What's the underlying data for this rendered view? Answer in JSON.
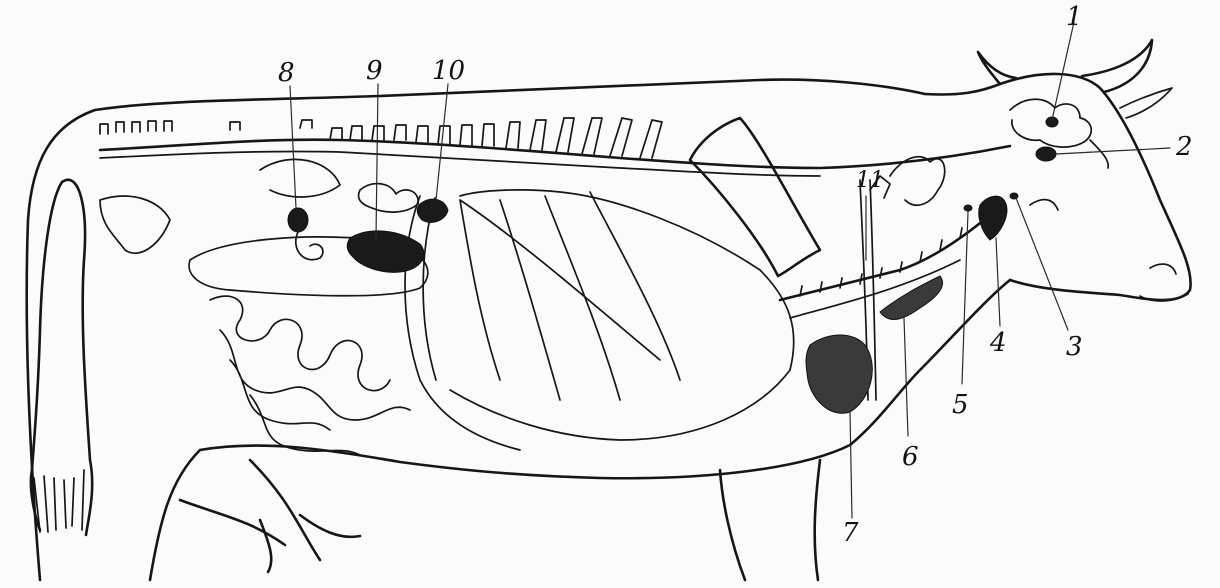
{
  "labels": {
    "l1": "1",
    "l2": "2",
    "l3": "3",
    "l4": "4",
    "l5": "5",
    "l6": "6",
    "l7": "7",
    "l8": "8",
    "l9": "9",
    "l10": "10",
    "l11": "11"
  },
  "colors": {
    "ink": "#161616",
    "paper": "#fbfbfb"
  }
}
